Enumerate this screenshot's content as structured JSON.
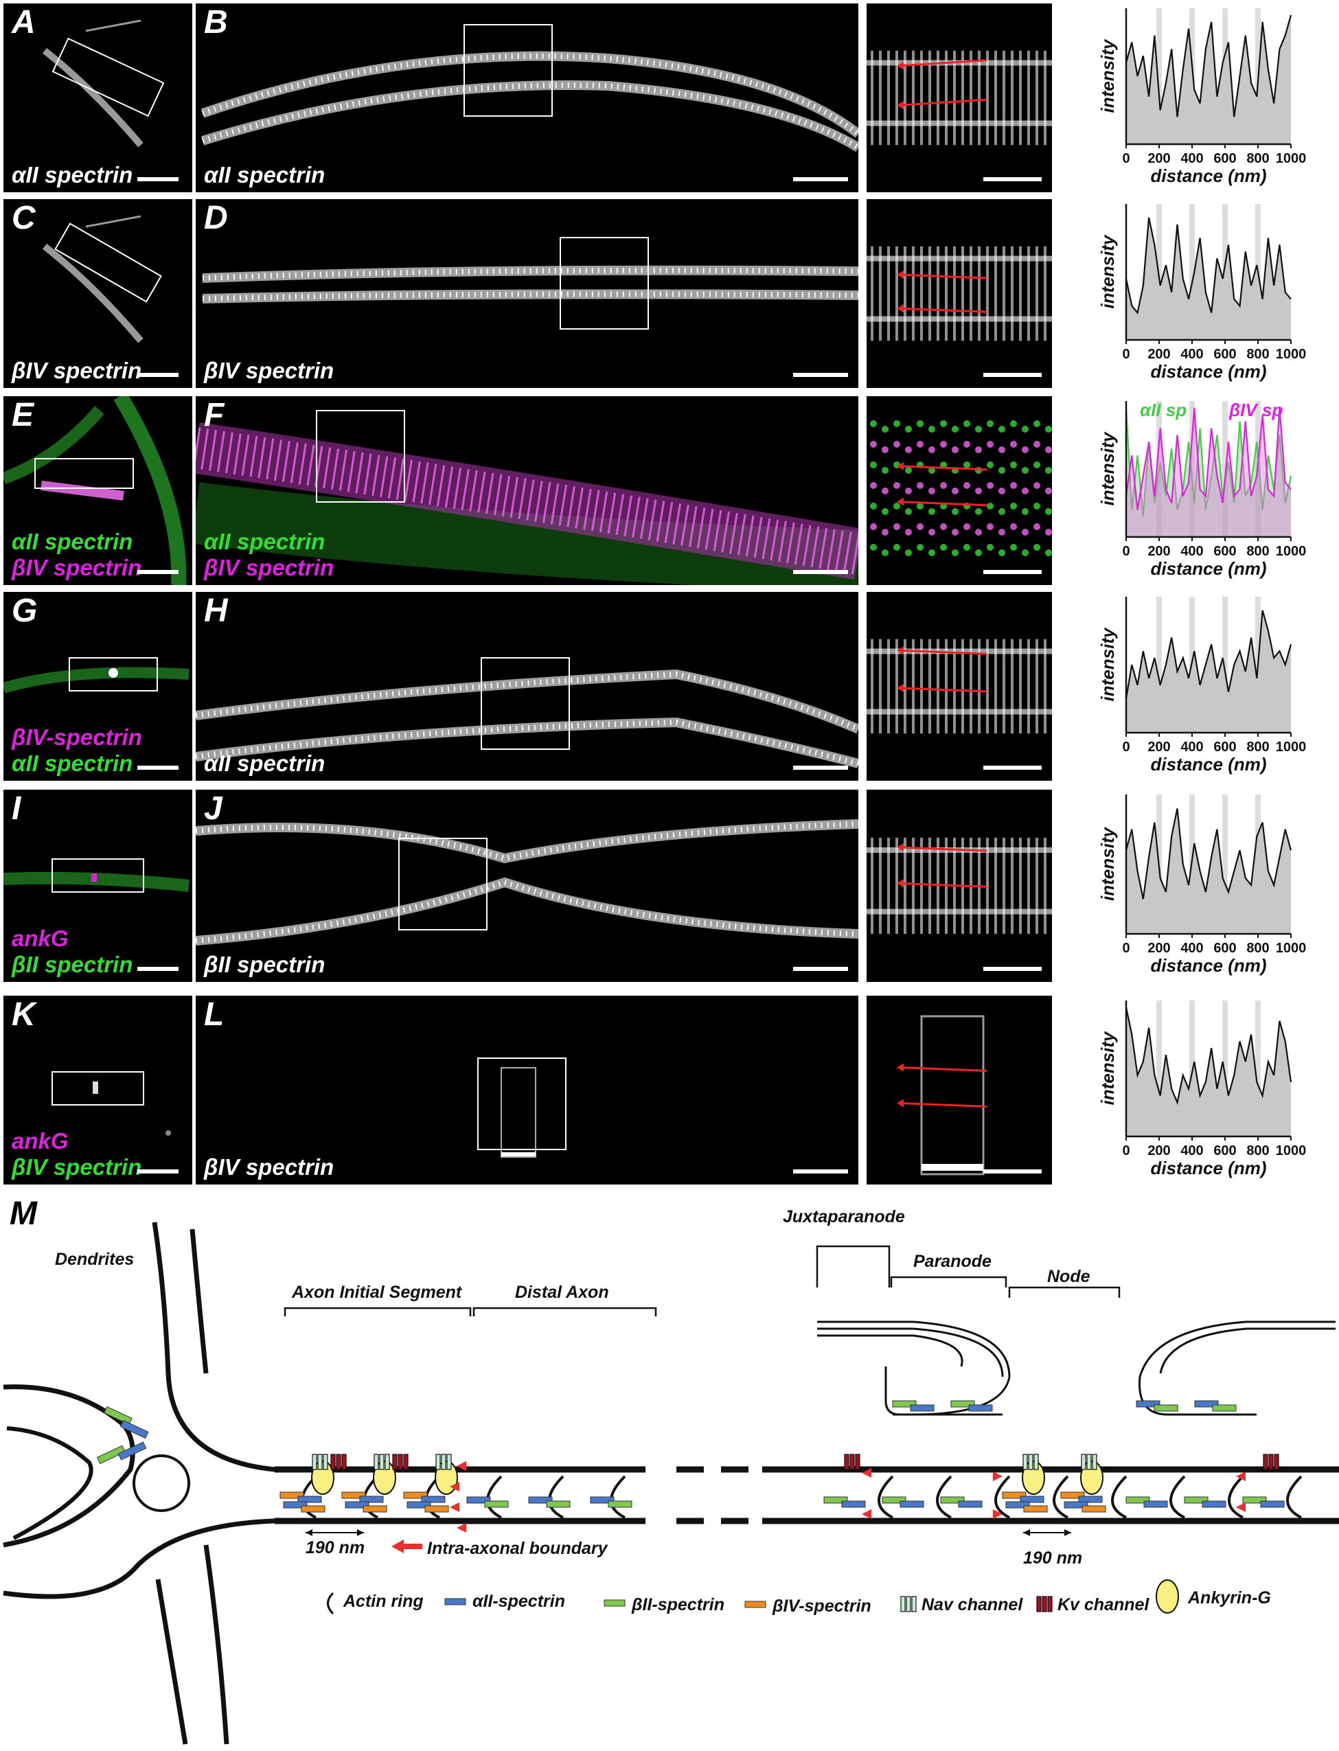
{
  "rows": [
    {
      "left_letter": "A",
      "left_labels": [
        {
          "text": "αII spectrin",
          "color": "white"
        }
      ],
      "mid_letter": "B",
      "mid_labels": [
        {
          "text": "αII spectrin",
          "color": "white"
        }
      ],
      "mode": "gray"
    },
    {
      "left_letter": "C",
      "left_labels": [
        {
          "text": "βIV spectrin",
          "color": "white"
        }
      ],
      "mid_letter": "D",
      "mid_labels": [
        {
          "text": "βIV spectrin",
          "color": "white"
        }
      ],
      "mode": "gray"
    },
    {
      "left_letter": "E",
      "left_labels": [
        {
          "text": "αII spectrin",
          "color": "green"
        },
        {
          "text": "βIV spectrin",
          "color": "magenta"
        }
      ],
      "mid_letter": "F",
      "mid_labels": [
        {
          "text": "αII spectrin",
          "color": "green"
        },
        {
          "text": "βIV spectrin",
          "color": "magenta"
        }
      ],
      "mode": "color"
    },
    {
      "left_letter": "G",
      "left_labels": [
        {
          "text": "βIV-spectrin",
          "color": "magenta"
        },
        {
          "text": "αII spectrin",
          "color": "green"
        }
      ],
      "mid_letter": "H",
      "mid_labels": [
        {
          "text": "αII spectrin",
          "color": "white"
        }
      ],
      "mode": "gray"
    },
    {
      "left_letter": "I",
      "left_labels": [
        {
          "text": "ankG",
          "color": "magenta"
        },
        {
          "text": "βII spectrin",
          "color": "green"
        }
      ],
      "mid_letter": "J",
      "mid_labels": [
        {
          "text": "βII spectrin",
          "color": "white"
        }
      ],
      "mode": "gray"
    },
    {
      "left_letter": "K",
      "left_labels": [
        {
          "text": "ankG",
          "color": "magenta"
        },
        {
          "text": "βIV spectrin",
          "color": "green"
        }
      ],
      "mid_letter": "L",
      "mid_labels": [
        {
          "text": "βIV spectrin",
          "color": "white"
        }
      ],
      "mode": "gray"
    }
  ],
  "chart_data": [
    {
      "type": "area",
      "panel": "B",
      "xlabel": "distance (nm)",
      "ylabel": "intensity",
      "xlim": [
        0,
        1000
      ],
      "xticks": [
        0,
        200,
        400,
        600,
        800,
        1000
      ],
      "series": [
        {
          "values": [
            0.6,
            0.75,
            0.5,
            0.65,
            0.35,
            0.8,
            0.25,
            0.45,
            0.7,
            0.2,
            0.55,
            0.85,
            0.4,
            0.3,
            0.7,
            0.9,
            0.35,
            0.6,
            0.75,
            0.2,
            0.5,
            0.8,
            0.45,
            0.35,
            0.9,
            0.55,
            0.3,
            0.7,
            0.8,
            0.95
          ]
        }
      ]
    },
    {
      "type": "area",
      "panel": "D",
      "xlabel": "distance (nm)",
      "ylabel": "intensity",
      "xlim": [
        0,
        1000
      ],
      "xticks": [
        0,
        200,
        400,
        600,
        800,
        1000
      ],
      "series": [
        {
          "values": [
            0.45,
            0.25,
            0.2,
            0.4,
            0.9,
            0.7,
            0.4,
            0.55,
            0.35,
            0.85,
            0.45,
            0.3,
            0.5,
            0.75,
            0.35,
            0.2,
            0.6,
            0.45,
            0.7,
            0.3,
            0.25,
            0.65,
            0.4,
            0.55,
            0.3,
            0.75,
            0.4,
            0.7,
            0.35,
            0.3
          ]
        }
      ]
    },
    {
      "type": "area",
      "panel": "F",
      "xlabel": "distance (nm)",
      "ylabel": "intensity",
      "xlim": [
        0,
        1000
      ],
      "xticks": [
        0,
        200,
        400,
        600,
        800,
        1000
      ],
      "series": [
        {
          "name": "αII sp",
          "values": [
            0.95,
            0.2,
            0.6,
            0.15,
            0.7,
            0.25,
            0.55,
            0.3,
            0.65,
            0.2,
            0.35,
            0.7,
            0.25,
            0.8,
            0.2,
            0.45,
            0.75,
            0.3,
            0.55,
            0.25,
            0.85,
            0.3,
            0.4,
            0.7,
            0.2,
            0.6,
            0.35,
            0.75,
            0.25,
            0.45
          ]
        },
        {
          "name": "βIV sp",
          "values": [
            0.3,
            0.6,
            0.2,
            0.45,
            0.7,
            0.3,
            0.8,
            0.35,
            0.25,
            0.75,
            0.3,
            0.4,
            0.95,
            0.35,
            0.3,
            0.8,
            0.45,
            0.25,
            0.7,
            0.3,
            0.35,
            0.85,
            0.3,
            0.45,
            0.9,
            0.35,
            0.3,
            0.95,
            0.4,
            0.35
          ]
        }
      ]
    },
    {
      "type": "area",
      "panel": "H",
      "xlabel": "distance (nm)",
      "ylabel": "intensity",
      "xlim": [
        0,
        1000
      ],
      "xticks": [
        0,
        200,
        400,
        600,
        800,
        1000
      ],
      "series": [
        {
          "values": [
            0.25,
            0.5,
            0.35,
            0.6,
            0.4,
            0.55,
            0.35,
            0.5,
            0.7,
            0.45,
            0.55,
            0.4,
            0.6,
            0.35,
            0.5,
            0.65,
            0.4,
            0.55,
            0.3,
            0.5,
            0.6,
            0.45,
            0.7,
            0.4,
            0.9,
            0.75,
            0.55,
            0.6,
            0.5,
            0.65
          ]
        }
      ]
    },
    {
      "type": "area",
      "panel": "J",
      "xlabel": "distance (nm)",
      "ylabel": "intensity",
      "xlim": [
        0,
        1000
      ],
      "xticks": [
        0,
        200,
        400,
        600,
        800,
        1000
      ],
      "series": [
        {
          "values": [
            0.6,
            0.75,
            0.45,
            0.25,
            0.55,
            0.8,
            0.4,
            0.3,
            0.7,
            0.9,
            0.5,
            0.35,
            0.65,
            0.45,
            0.3,
            0.55,
            0.75,
            0.4,
            0.3,
            0.45,
            0.6,
            0.4,
            0.35,
            0.7,
            0.8,
            0.45,
            0.35,
            0.55,
            0.75,
            0.6
          ]
        }
      ]
    },
    {
      "type": "area",
      "panel": "L",
      "xlabel": "distance (nm)",
      "ylabel": "intensity",
      "xlim": [
        0,
        1000
      ],
      "xticks": [
        0,
        200,
        400,
        600,
        800,
        1000
      ],
      "series": [
        {
          "values": [
            0.95,
            0.75,
            0.45,
            0.55,
            0.8,
            0.45,
            0.3,
            0.6,
            0.35,
            0.25,
            0.45,
            0.35,
            0.55,
            0.3,
            0.4,
            0.65,
            0.35,
            0.55,
            0.3,
            0.45,
            0.7,
            0.55,
            0.75,
            0.4,
            0.3,
            0.55,
            0.45,
            0.85,
            0.7,
            0.4
          ]
        }
      ]
    }
  ],
  "diagram": {
    "label": "M",
    "dendrites": "Dendrites",
    "ais": "Axon Initial Segment",
    "distal": "Distal Axon",
    "juxta": "Juxtaparanode",
    "paranode": "Paranode",
    "node": "Node",
    "scale1": "190 nm",
    "scale2": "190 nm",
    "boundary": "Intra-axonal boundary",
    "legend": {
      "actin": "Actin ring",
      "alpha": "αII-spectrin",
      "beta2": "βII-spectrin",
      "beta4": "βIV-spectrin",
      "nav": "Nav channel",
      "kv": "Kv channel",
      "ankg": "Ankyrin-G"
    },
    "colors": {
      "alpha": "#4a78c8",
      "beta2": "#7ec850",
      "beta4": "#f08c1e",
      "nav": "#c8ecd8",
      "kv": "#a01020",
      "ankg": "#f8f080",
      "red": "#e83030"
    }
  }
}
